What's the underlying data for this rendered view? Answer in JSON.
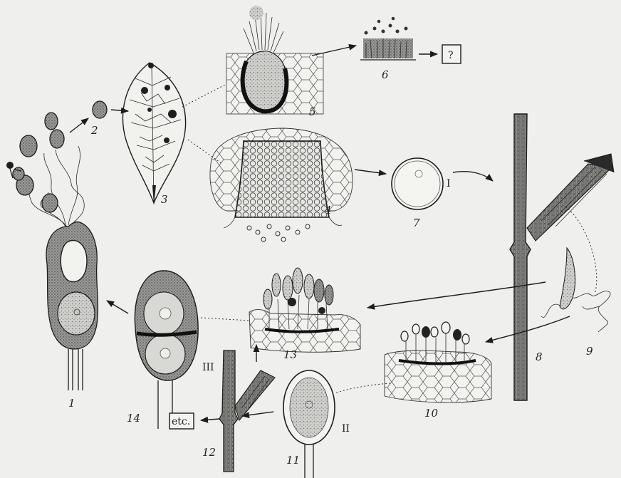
{
  "labels": {
    "n1": "1",
    "n2": "2",
    "n3": "3",
    "n4": "4",
    "n5": "5",
    "n6": "6",
    "n7": "7",
    "n8": "8",
    "n9": "9",
    "n10": "10",
    "n11": "11",
    "n12": "12",
    "n13": "13",
    "n14": "14"
  },
  "stages": {
    "I": "I",
    "II": "II",
    "III": "III"
  },
  "boxes": {
    "unknown": "?",
    "etc": "etc."
  }
}
